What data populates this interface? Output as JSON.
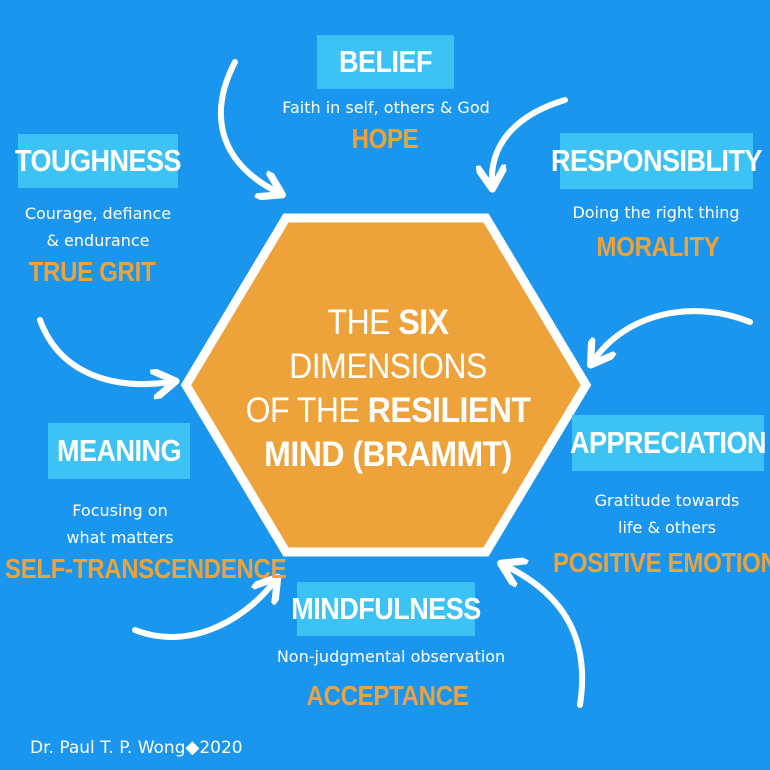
{
  "center": {
    "line1_pre": "THE ",
    "line1_bold": "SIX",
    "line1_post": " DIMENSIONS",
    "line2_pre": "OF THE ",
    "line2_bold": "RESILIENT",
    "line3": "MIND (BRAMMT)"
  },
  "dimensions": {
    "belief": {
      "label": "BELIEF",
      "description": "Faith in self, others & God",
      "theme": "HOPE"
    },
    "responsibility": {
      "label": "RESPONSIBLITY",
      "description": "Doing the right thing",
      "theme": "MORALITY"
    },
    "appreciation": {
      "label": "APPRECIATION",
      "description_line1": "Gratitude towards",
      "description_line2": "life & others",
      "theme": "POSITIVE EMOTIONS"
    },
    "mindfulness": {
      "label": "MINDFULNESS",
      "description": "Non-judgmental observation",
      "theme": "ACCEPTANCE"
    },
    "meaning": {
      "label": "MEANING",
      "description_line1": "Focusing on",
      "description_line2": "what matters",
      "theme": "SELF-TRANSCENDENCE"
    },
    "toughness": {
      "label": "TOUGHNESS",
      "description_line1": "Courage, defiance",
      "description_line2": "& endurance",
      "theme": "TRUE GRIT"
    }
  },
  "credit": {
    "author": "Dr. Paul T. P. Wong",
    "diamond": "◆",
    "year": "2020"
  },
  "colors": {
    "background": "#1a96ee",
    "label_box": "#3dc3f3",
    "hexagon_fill": "#eda23a",
    "theme_text": "#eda23a",
    "text": "#ffffff"
  }
}
